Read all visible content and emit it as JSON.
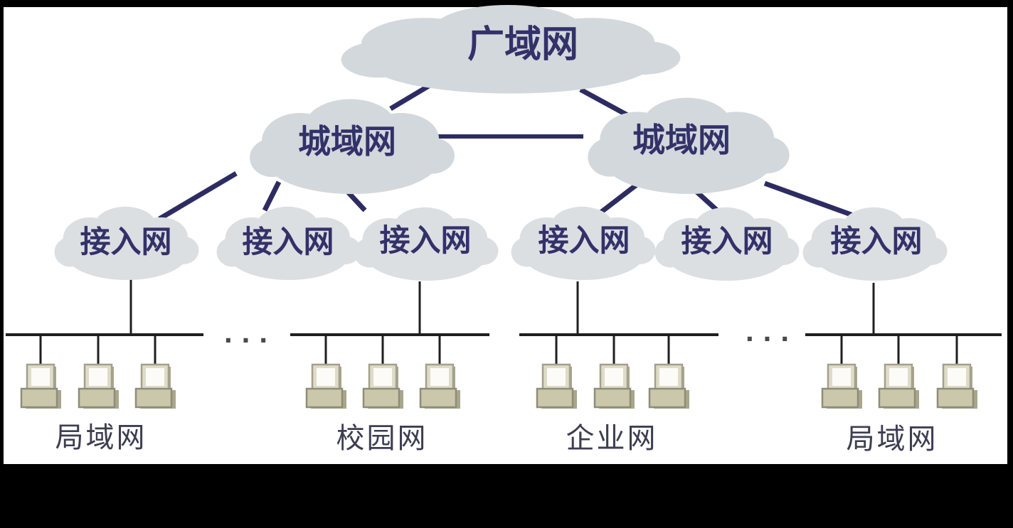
{
  "diagram": {
    "title_semantic": "network-hierarchy",
    "wan": {
      "label": "广域网"
    },
    "man": [
      {
        "label": "城域网"
      },
      {
        "label": "城域网"
      }
    ],
    "access": [
      {
        "label": "接入网"
      },
      {
        "label": "接入网"
      },
      {
        "label": "接入网"
      },
      {
        "label": "接入网"
      },
      {
        "label": "接入网"
      },
      {
        "label": "接入网"
      }
    ],
    "lan_groups": [
      {
        "label": "局域网",
        "computers": 3
      },
      {
        "label": "校园网",
        "computers": 3
      },
      {
        "label": "企业网",
        "computers": 3
      },
      {
        "label": "局域网",
        "computers": 3
      }
    ],
    "ellipsis_left": "...",
    "ellipsis_right": "..."
  },
  "colors": {
    "frame_background": "#000000",
    "canvas": "#ffffff",
    "cloud_large": "#d3d8dc",
    "cloud_small": "#dcdfe2",
    "network_text": "#333169",
    "backbone_line": "#2d2c62",
    "bus_line": "#1f1f1f",
    "label_text": "#3e3d52",
    "computer_body": "#cbc7ab",
    "computer_screen": "#fcfbf7"
  }
}
